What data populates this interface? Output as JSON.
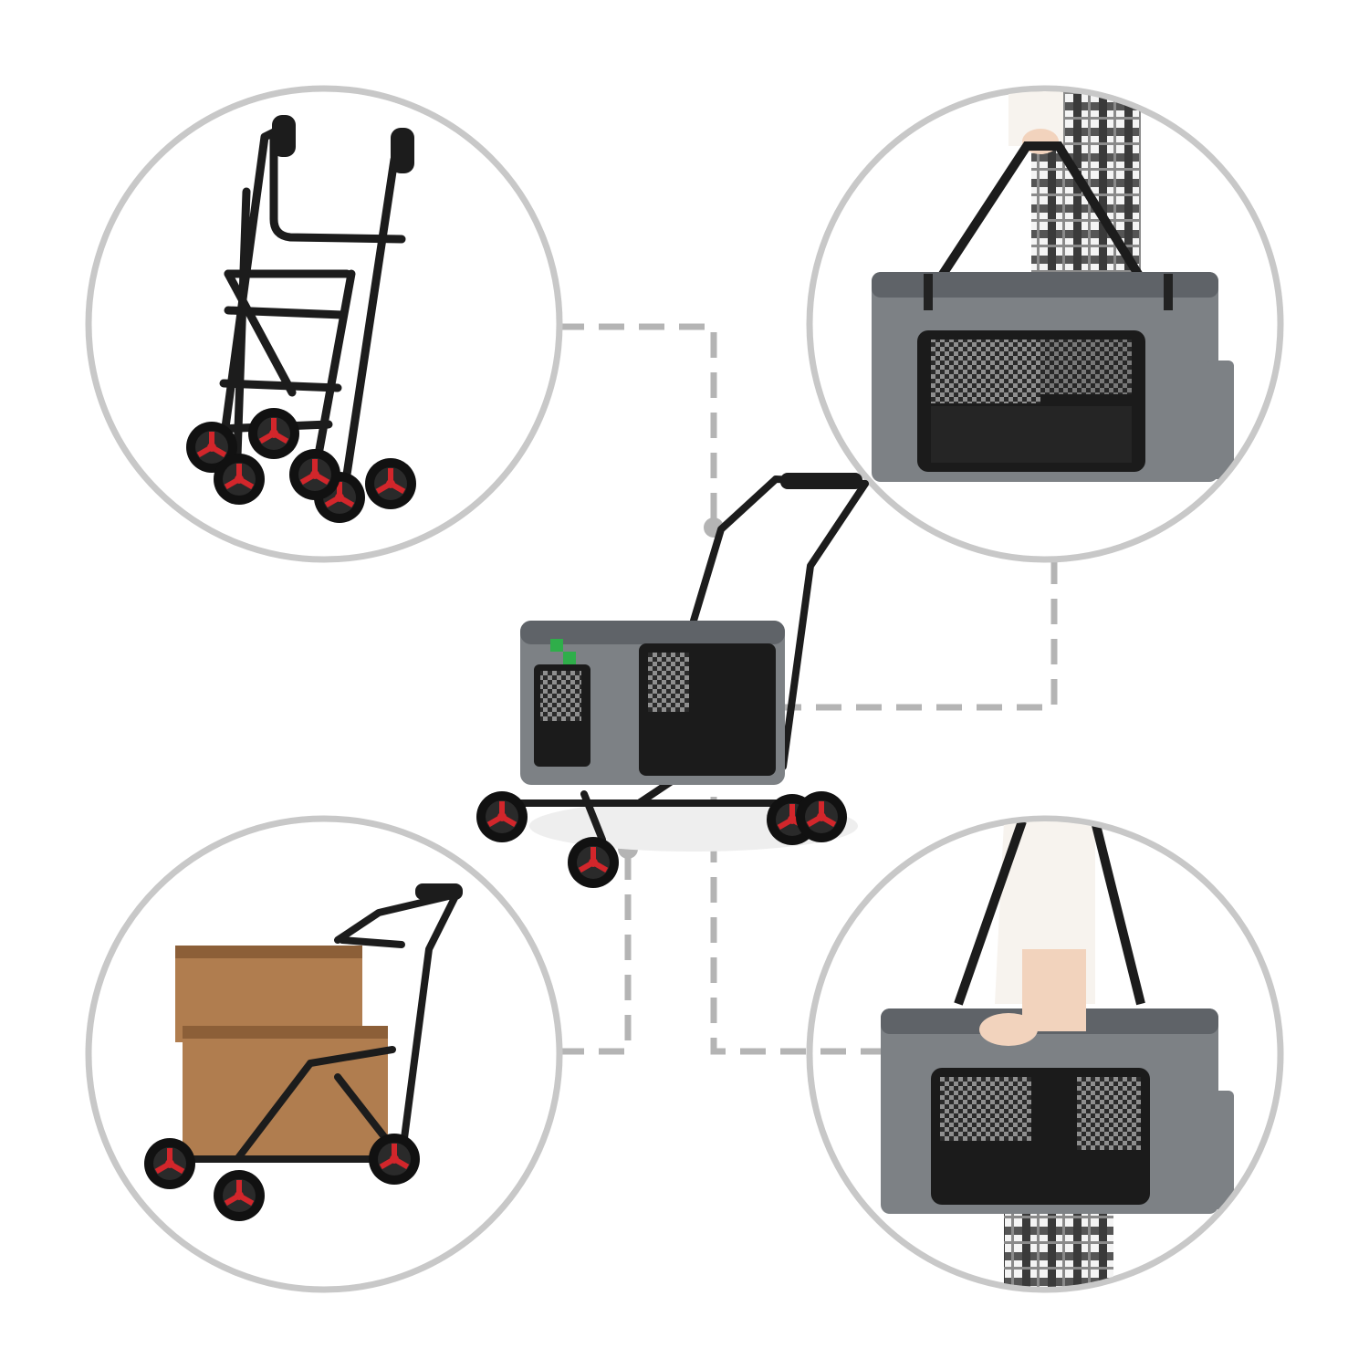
{
  "colors": {
    "background": "#ffffff",
    "circle_ring": "#c8c8c8",
    "connector": "#b4b4b4",
    "frame": "#1c1c1c",
    "fabric": "#7d8185",
    "fabric_dark": "#5f6368",
    "mesh": "#2a2a2a",
    "mesh_check": "#9a9a9a",
    "wheel_tire": "#111111",
    "wheel_hub": "#d2262b",
    "box": "#b07d4f",
    "box_dark": "#8c5f38",
    "logo_green": "#2fae4a"
  },
  "icons": {
    "folded_frame": "folded-stroller-frame-icon",
    "carrier_handheld": "carrier-bag-handheld-icon",
    "cart_with_boxes": "shopping-cart-with-boxes-icon",
    "carrier_shoulder": "carrier-bag-shoulder-strap-icon",
    "stroller": "pet-stroller-icon"
  },
  "panels": [
    {
      "id": "folded-frame",
      "content": "folded-frame"
    },
    {
      "id": "carrier-handheld",
      "content": "carrier-handheld"
    },
    {
      "id": "cart-boxes",
      "content": "cart-boxes"
    },
    {
      "id": "carrier-shoulder",
      "content": "carrier-shoulder"
    }
  ]
}
